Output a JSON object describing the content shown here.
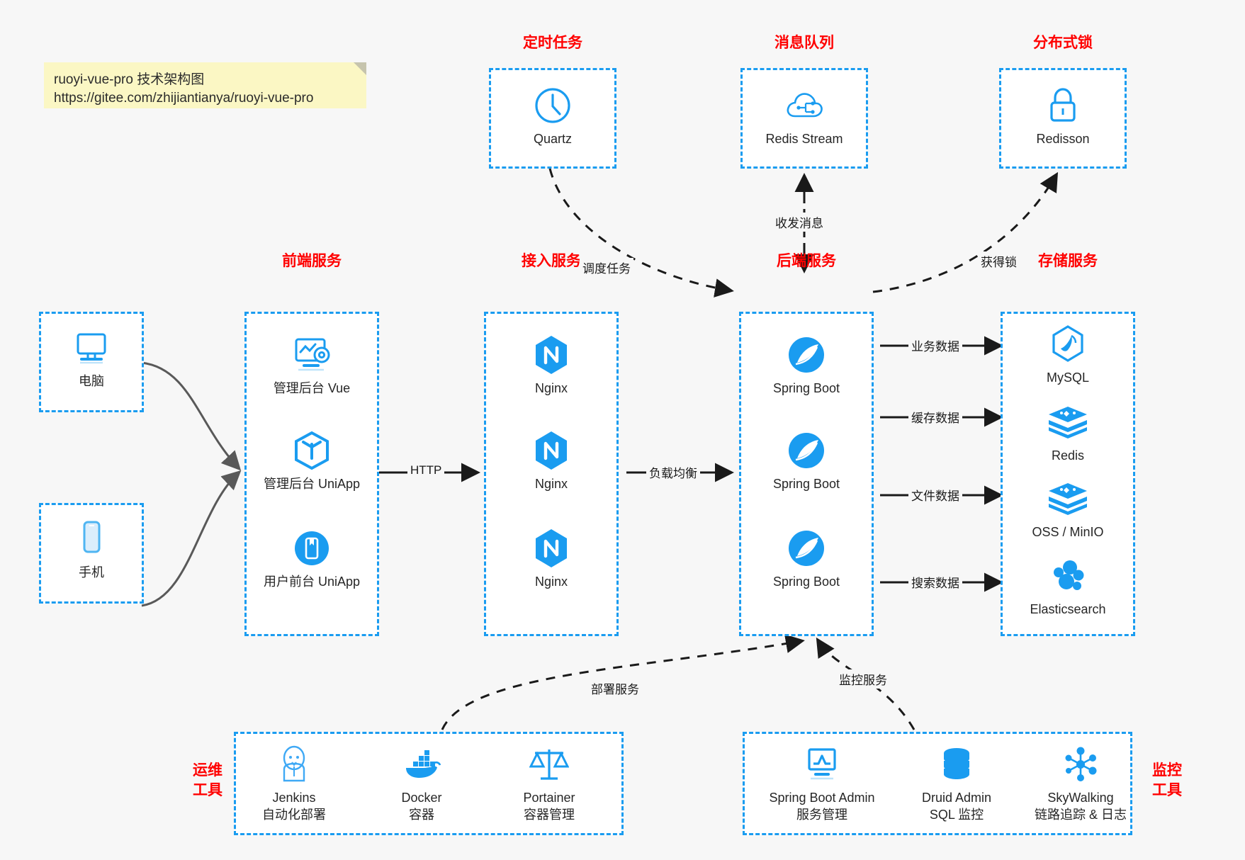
{
  "note": {
    "line1": "ruoyi-vue-pro 技术架构图",
    "line2": "https://gitee.com/zhijiantianya/ruoyi-vue-pro"
  },
  "colors": {
    "accent": "#1a9cf0",
    "title": "#ff0000",
    "text": "#262626",
    "background": "#f7f7f7",
    "edge_solid": "#1a1a1a",
    "edge_gray": "#595959"
  },
  "groups": {
    "scheduled_task": {
      "title": "定时任务",
      "nodes": [
        {
          "label": "Quartz",
          "icon": "clock-icon"
        }
      ]
    },
    "message_queue": {
      "title": "消息队列",
      "nodes": [
        {
          "label": "Redis Stream",
          "icon": "cloud-stream-icon"
        }
      ]
    },
    "distributed_lock": {
      "title": "分布式锁",
      "nodes": [
        {
          "label": "Redisson",
          "icon": "lock-icon"
        }
      ]
    },
    "clients": {
      "nodes": [
        {
          "label": "电脑",
          "icon": "desktop-monitor-icon"
        },
        {
          "label": "手机",
          "icon": "mobile-phone-icon"
        }
      ]
    },
    "frontend": {
      "title": "前端服务",
      "nodes": [
        {
          "label": "管理后台 Vue",
          "icon": "dashboard-gear-icon"
        },
        {
          "label": "管理后台 UniApp",
          "icon": "cube-icon"
        },
        {
          "label": "用户前台 UniApp",
          "icon": "mobile-app-icon"
        }
      ]
    },
    "gateway": {
      "title": "接入服务",
      "nodes": [
        {
          "label": "Nginx",
          "icon": "nginx-icon"
        },
        {
          "label": "Nginx",
          "icon": "nginx-icon"
        },
        {
          "label": "Nginx",
          "icon": "nginx-icon"
        }
      ]
    },
    "backend": {
      "title": "后端服务",
      "nodes": [
        {
          "label": "Spring Boot",
          "icon": "spring-boot-icon"
        },
        {
          "label": "Spring Boot",
          "icon": "spring-boot-icon"
        },
        {
          "label": "Spring Boot",
          "icon": "spring-boot-icon"
        }
      ]
    },
    "storage": {
      "title": "存储服务",
      "nodes": [
        {
          "label": "MySQL",
          "icon": "mysql-dolphin-icon"
        },
        {
          "label": "Redis",
          "icon": "redis-stack-icon"
        },
        {
          "label": "OSS / MinIO",
          "icon": "redis-stack-icon"
        },
        {
          "label": "Elasticsearch",
          "icon": "elasticsearch-icon"
        }
      ]
    },
    "devops": {
      "title_line1": "运维",
      "title_line2": "工具",
      "nodes": [
        {
          "label": "Jenkins",
          "sublabel": "自动化部署",
          "icon": "jenkins-butler-icon"
        },
        {
          "label": "Docker",
          "sublabel": "容器",
          "icon": "docker-whale-icon"
        },
        {
          "label": "Portainer",
          "sublabel": "容器管理",
          "icon": "scales-icon"
        }
      ]
    },
    "monitoring": {
      "title_line1": "监控",
      "title_line2": "工具",
      "nodes": [
        {
          "label": "Spring Boot Admin",
          "sublabel": "服务管理",
          "icon": "monitor-chart-icon"
        },
        {
          "label": "Druid Admin",
          "sublabel": "SQL 监控",
          "icon": "database-cylinder-icon"
        },
        {
          "label": "SkyWalking",
          "sublabel": "链路追踪 & 日志",
          "icon": "node-graph-icon"
        }
      ]
    }
  },
  "edges": {
    "schedule_task": "调度任务",
    "send_receive_message": "收发消息",
    "acquire_lock": "获得锁",
    "http": "HTTP",
    "load_balance": "负载均衡",
    "business_data": "业务数据",
    "cache_data": "缓存数据",
    "file_data": "文件数据",
    "search_data": "搜索数据",
    "deploy_service": "部署服务",
    "monitor_service": "监控服务"
  }
}
